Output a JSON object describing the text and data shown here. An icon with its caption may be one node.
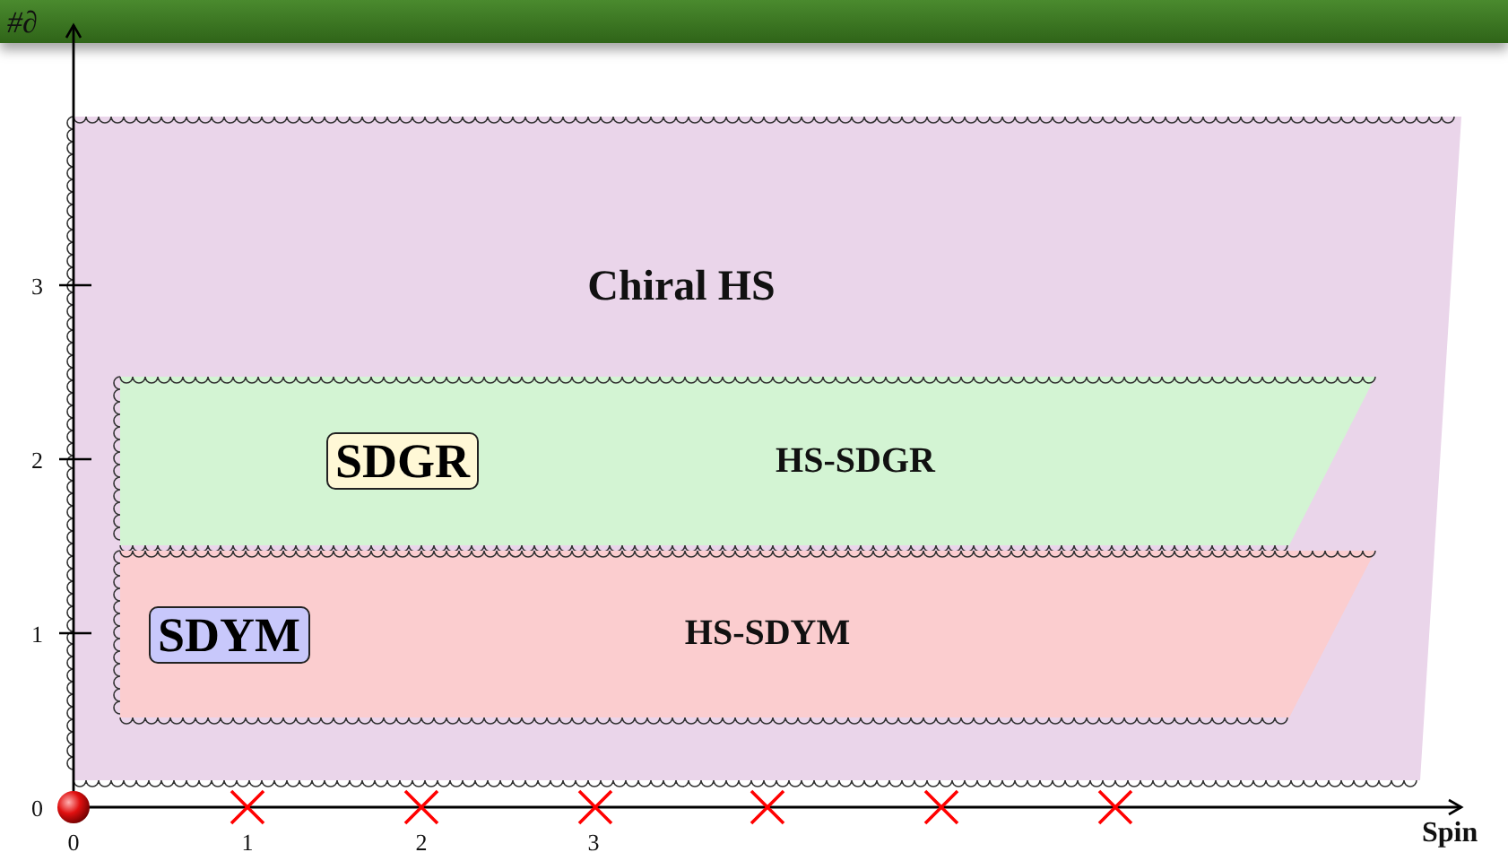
{
  "diagram": {
    "nodes": [
      {
        "text": [
          "Chiral HS"
        ]
      },
      {
        "text": [
          "HS-SDGR"
        ],
        "in": 0
      },
      {
        "text": [
          "SDGR"
        ],
        "in": 1
      },
      {
        "text": [
          "HS-SDYM"
        ],
        "in": 0
      },
      {
        "text": [
          "SDYM"
        ],
        "in": 3
      }
    ],
    "labels": [
      "#∂",
      "3",
      "2",
      "1",
      "0",
      "0",
      "1",
      "2",
      "3",
      "Spin"
    ]
  }
}
